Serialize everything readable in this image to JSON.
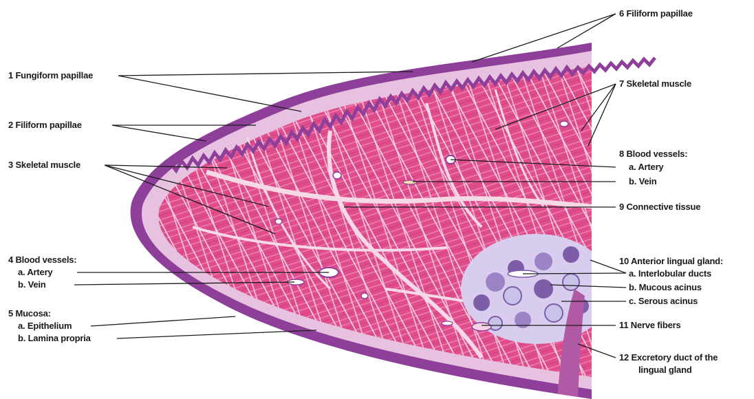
{
  "labels": {
    "l1": "1  Fungiform papillae",
    "l2": "2  Filiform papillae",
    "l3": "3  Skeletal muscle",
    "l4": "4  Blood vessels:",
    "l4a": "a. Artery",
    "l4b": "b. Vein",
    "l5": "5  Mucosa:",
    "l5a": "a. Epithelium",
    "l5b": "b. Lamina propria",
    "r6": "6  Filiform papillae",
    "r7": "7  Skeletal muscle",
    "r8": "8  Blood vessels:",
    "r8a": "a. Artery",
    "r8b": "b. Vein",
    "r9": "9  Connective tissue",
    "r10": "10  Anterior lingual gland:",
    "r10a": "a. Interlobular ducts",
    "r10b": "b. Mucous acinus",
    "r10c": "c. Serous acinus",
    "r11": "11  Nerve fibers",
    "r12": "12  Excretory duct of the",
    "r12b": "lingual gland"
  },
  "colors": {
    "epithelium": "#8e3f9a",
    "lamina_propria": "#e7c2e0",
    "muscle": "#e2558f",
    "connective": "#f3d3e4",
    "gland_mucous": "#c9c3ea",
    "gland_serous": "#7d5ca8",
    "leader": "#1a1a1a"
  }
}
